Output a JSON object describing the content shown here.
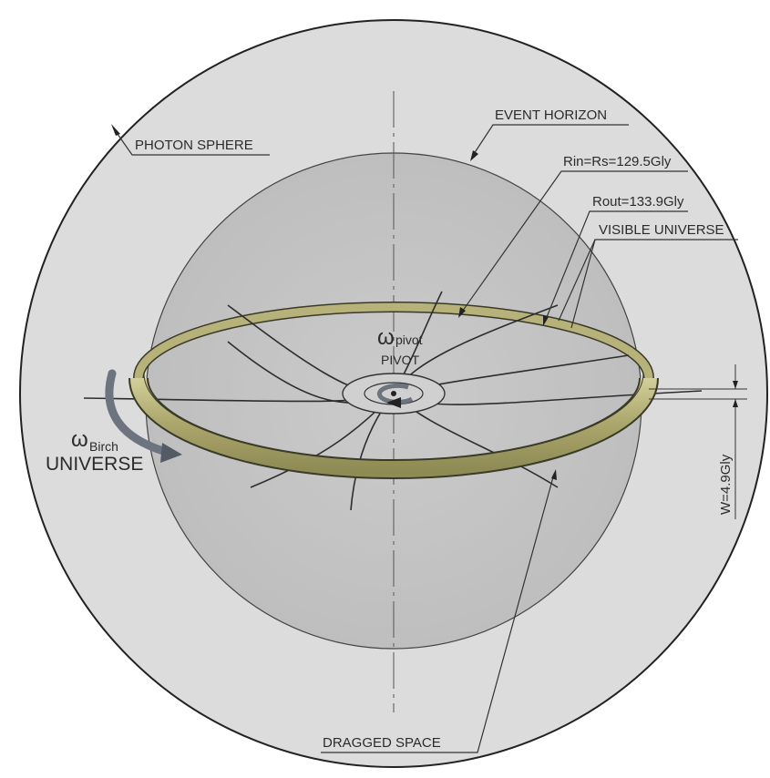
{
  "labels": {
    "photon_sphere": "PHOTON SPHERE",
    "event_horizon": "EVENT HORIZON",
    "rin": "Rin=Rs=129.5Gly",
    "rout": "Rout=133.9Gly",
    "visible_universe": "VISIBLE UNIVERSE",
    "omega_pivot_symbol": "ω",
    "omega_pivot_sub": "pivot",
    "pivot": "PIVOT",
    "omega_birch_symbol": "ω",
    "omega_birch_sub": "Birch",
    "universe": "UNIVERSE",
    "width": "W=4.9Gly",
    "dragged_space": "DRAGGED SPACE"
  },
  "colors": {
    "photon_sphere_fill": "#dcdcdc",
    "event_horizon_fill": "#c4c4c4",
    "ring_fill": "#b7b27a",
    "ring_stroke": "#3a3a28",
    "rotation_arrow": "#6d7480",
    "outline": "#222222"
  }
}
